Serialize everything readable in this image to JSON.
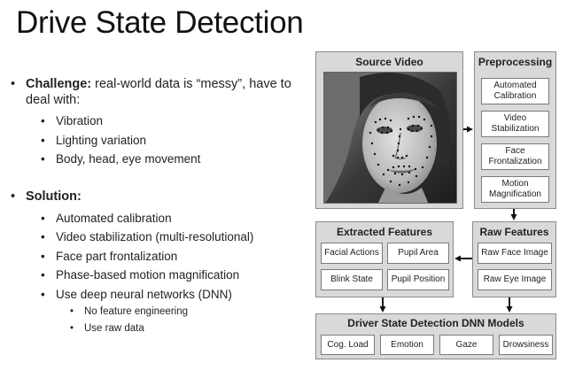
{
  "slide": {
    "title": "Drive State Detection"
  },
  "bullets": {
    "challenge_label": "Challenge:",
    "challenge_text": " real-world data is “messy”, have to deal with:",
    "challenge_items": [
      "Vibration",
      "Lighting variation",
      "Body, head, eye movement"
    ],
    "solution_label": "Solution:",
    "solution_items": [
      "Automated calibration",
      "Video stabilization (multi-resolutional)",
      "Face part frontalization",
      "Phase-based motion magnification",
      "Use deep neural networks (DNN)"
    ],
    "dnn_subitems": [
      "No feature engineering",
      "Use raw data"
    ]
  },
  "diagram": {
    "source_video": {
      "title": "Source Video"
    },
    "preprocessing": {
      "title": "Preprocessing",
      "steps": [
        "Automated Calibration",
        "Video Stabilization",
        "Face Frontalization",
        "Motion Magnification"
      ]
    },
    "raw_features": {
      "title": "Raw Features",
      "items": [
        "Raw Face Image",
        "Raw Eye Image"
      ]
    },
    "extracted_features": {
      "title": "Extracted Features",
      "items": [
        "Facial Actions",
        "Pupil Area",
        "Blink State",
        "Pupil Position"
      ]
    },
    "dnn_models": {
      "title": "Driver State Detection DNN Models",
      "items": [
        "Cog. Load",
        "Emotion",
        "Gaze",
        "Drowsiness"
      ]
    },
    "colors": {
      "panel": "#d9d9d9",
      "border": "#8c8c8c",
      "arrow": "#111111"
    }
  }
}
